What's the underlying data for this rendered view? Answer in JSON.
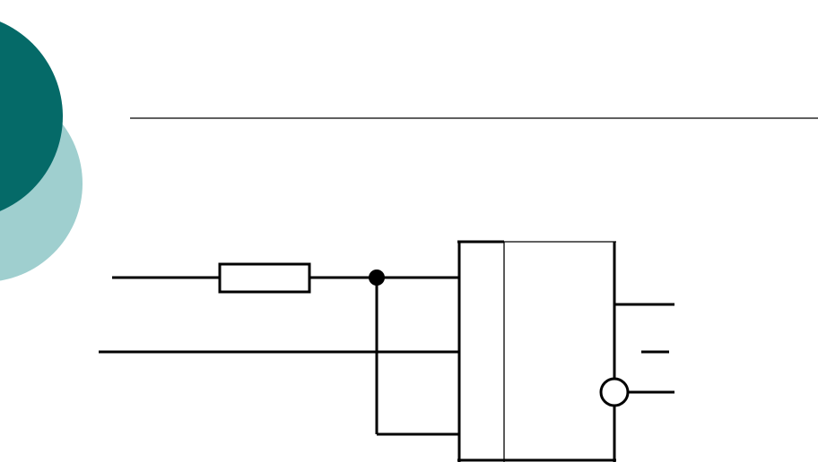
{
  "theme": {
    "circle_dark": "#056A68",
    "circle_light": "#9FCFCF",
    "rule_color": "#000000",
    "wire_color": "#000000",
    "background": "#FFFFFF"
  },
  "diagram": {
    "components": [
      {
        "kind": "resistor",
        "name": "resistor"
      },
      {
        "kind": "junction",
        "name": "junction-dot"
      },
      {
        "kind": "logic-block",
        "name": "logic-block"
      },
      {
        "kind": "inversion-circle",
        "name": "inverted-output-circle"
      }
    ],
    "inputs": 2,
    "outputs": 2,
    "inverted_output_bar": true
  }
}
